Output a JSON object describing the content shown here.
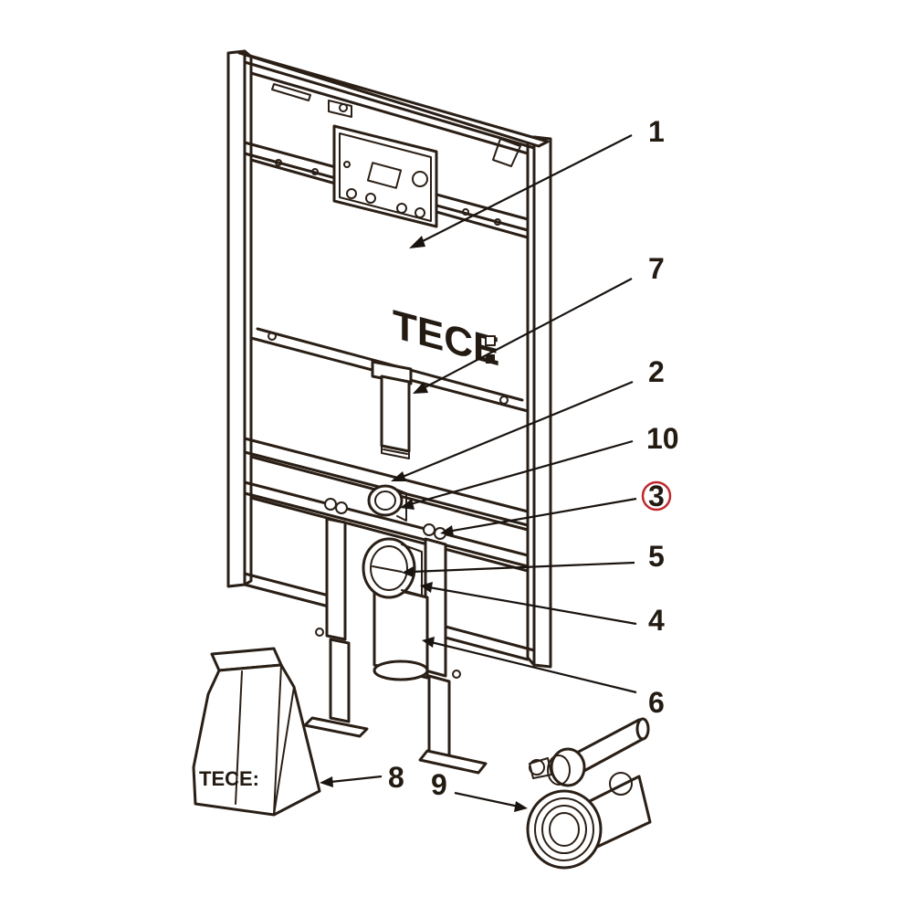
{
  "diagram": {
    "brand_on_frame": "TECE",
    "brand_on_bag": "TECE:",
    "highlight_color": "#c0272d",
    "line_color": "#2a1f16",
    "labels": {
      "l1": "1",
      "l7": "7",
      "l2": "2",
      "l10": "10",
      "l3": "3",
      "l5": "5",
      "l4": "4",
      "l6": "6",
      "l8": "8",
      "l9": "9"
    }
  }
}
